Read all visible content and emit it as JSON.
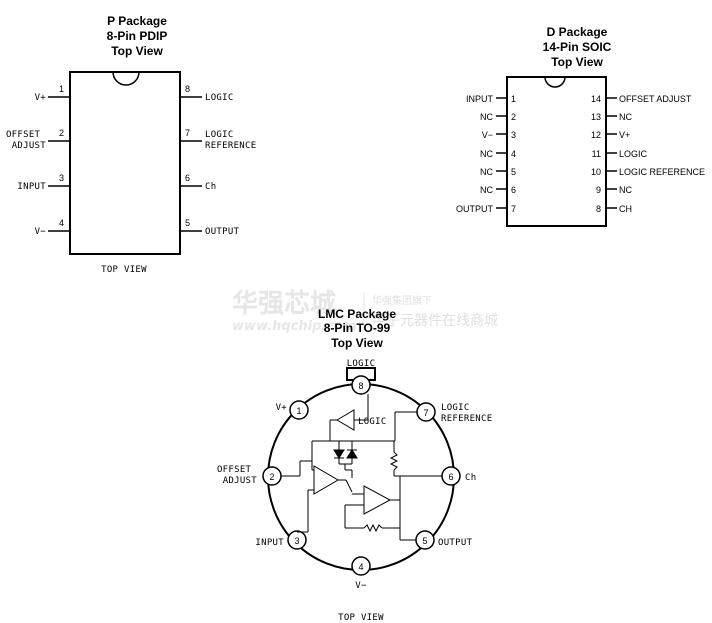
{
  "watermark": {
    "brand": "华强芯城",
    "url": "www.hqchip.com",
    "sub": "华强集团旗下",
    "tagline": "电子元器件在线商城"
  },
  "p_package": {
    "title": [
      "P Package",
      "8-Pin PDIP",
      "Top View"
    ],
    "caption": "TOP VIEW",
    "pins": [
      {
        "num": "1",
        "label": "V+"
      },
      {
        "num": "2",
        "label": "OFFSET ADJUST"
      },
      {
        "num": "3",
        "label": "INPUT"
      },
      {
        "num": "4",
        "label": "V−"
      },
      {
        "num": "5",
        "label": "OUTPUT"
      },
      {
        "num": "6",
        "label": "Ch"
      },
      {
        "num": "7",
        "label": "LOGIC REFERENCE"
      },
      {
        "num": "8",
        "label": "LOGIC"
      }
    ]
  },
  "d_package": {
    "title": [
      "D Package",
      "14-Pin SOIC",
      "Top View"
    ],
    "pins": [
      {
        "num": "1",
        "label": "INPUT"
      },
      {
        "num": "2",
        "label": "NC"
      },
      {
        "num": "3",
        "label": "V−"
      },
      {
        "num": "4",
        "label": "NC"
      },
      {
        "num": "5",
        "label": "NC"
      },
      {
        "num": "6",
        "label": "NC"
      },
      {
        "num": "7",
        "label": "OUTPUT"
      },
      {
        "num": "8",
        "label": "CH"
      },
      {
        "num": "9",
        "label": "NC"
      },
      {
        "num": "10",
        "label": "LOGIC REFERENCE"
      },
      {
        "num": "11",
        "label": "LOGIC"
      },
      {
        "num": "12",
        "label": "V+"
      },
      {
        "num": "13",
        "label": "NC"
      },
      {
        "num": "14",
        "label": "OFFSET ADJUST"
      }
    ]
  },
  "lmc_package": {
    "title": [
      "LMC Package",
      "8-Pin TO-99",
      "Top View"
    ],
    "caption": "TOP VIEW",
    "inner_label": "LOGIC",
    "pins": [
      {
        "num": "1",
        "label": "V+"
      },
      {
        "num": "2",
        "label": "OFFSET ADJUST"
      },
      {
        "num": "3",
        "label": "INPUT"
      },
      {
        "num": "4",
        "label": "V−"
      },
      {
        "num": "5",
        "label": "OUTPUT"
      },
      {
        "num": "6",
        "label": "Ch"
      },
      {
        "num": "7",
        "label": "LOGIC REFERENCE"
      },
      {
        "num": "8",
        "label": "LOGIC"
      }
    ]
  }
}
